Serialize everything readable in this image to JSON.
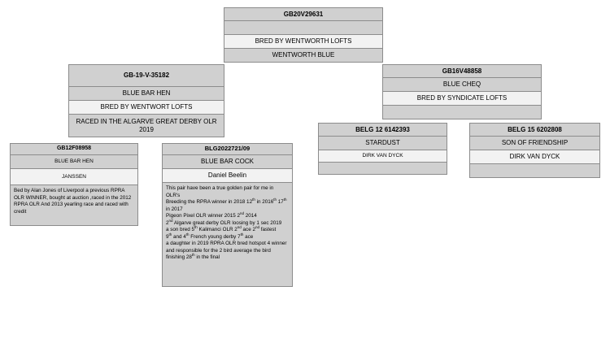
{
  "sire": {
    "ring": "GB20V29631",
    "name": "",
    "breeder": "BRED BY WENTWORTH LOFTS",
    "colour": "WENTWORTH BLUE"
  },
  "dam": {
    "ring": "GB-19-V-35182",
    "colour": "BLUE BAR HEN",
    "breeder": "BRED BY WENTWORT LOFTS",
    "note": "RACED IN THE ALGARVE GREAT DERBY OLR 2019"
  },
  "sire_sire": {
    "ring": "GB16V48858",
    "colour": "BLUE CHEQ",
    "breeder": "BRED BY SYNDICATE LOFTS",
    "note": ""
  },
  "sire_sire_sire": {
    "ring": "BELG 12 6142393",
    "name": "STARDUST",
    "breeder": "DIRK VAN DYCK",
    "note": ""
  },
  "sire_sire_dam": {
    "ring": "BELG 15 6202808",
    "name": "SON OF FRIENDSHIP",
    "breeder": "DIRK VAN DYCK",
    "note": ""
  },
  "dam_dam": {
    "ring": "GB12F08958",
    "colour": "BLUE BAR HEN",
    "breeder": "JANSSEN",
    "notes": "Bed by Alan Jones of Liverpool a previous RPRA OLR WINNER,  bought at auction ,raced in the 2012 RPRA OLR And 2013 yearling race and raced with credit"
  },
  "dam_sire": {
    "ring": "BLG2022721/09",
    "colour": "BLUE BAR COCK",
    "breeder": "Daniel Beelin",
    "notes": {
      "l1": "This pair have been a true golden pair for me in OLR's",
      "l2a": "Breeding the RPRA winner in 2018   12",
      "l2b": "th",
      "l2c": " in 2016",
      "l2d": "th",
      "l2e": " 17",
      "l2f": "th",
      "l2g": " in 2017",
      "l3a": "Pigeon Pixel OLR winner 2015  2",
      "l3b": "nd",
      "l3c": " 2014",
      "l4a": "2",
      "l4b": "nd",
      "l4c": " Algarve great derby OLR loosing by 1 sec 2019",
      "l5a": " a son bred  5",
      "l5b": "th",
      "l5c": " Kalimanci OLR 2",
      "l5d": "nd",
      "l5e": " ace 2",
      "l5f": "nd",
      "l5g": " fastest",
      "l6a": "9",
      "l6b": "th",
      "l6c": " and 4",
      "l6d": "th",
      "l6e": " French young derby  7",
      "l6f": "th",
      "l6g": " ace",
      "l7a": " a daughter   in 2019 RPRA OLR bred  hotspot 4 winner  and responsible for the 2 bird average the bird finishing 28",
      "l7b": "th",
      "l7c": " in the final"
    }
  }
}
